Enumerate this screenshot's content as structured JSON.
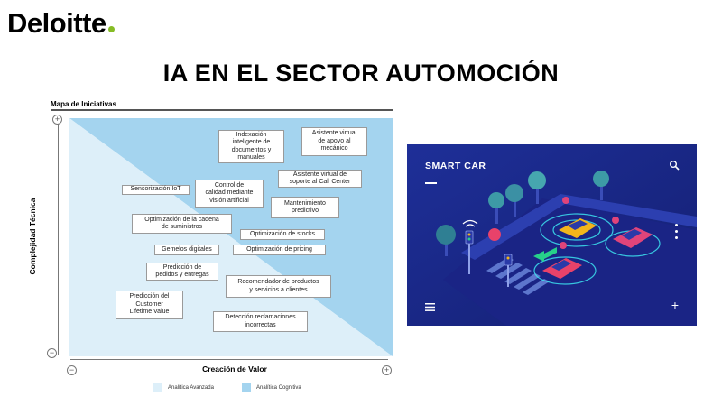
{
  "logo": {
    "text": "Deloitte",
    "dot_color": "#86BC25"
  },
  "title": "IA EN EL SECTOR AUTOMOCIÓN",
  "map": {
    "title": "Mapa de Iniciativas",
    "y_label": "Complejidad Técnica",
    "x_label": "Creación de Valor",
    "plus_symbol": "+",
    "minus_symbol": "−",
    "colors": {
      "light": "#DDEFF9",
      "dark": "#A4D4EF"
    },
    "initiatives": [
      {
        "id": "indexacion",
        "label": "Indexación\ninteligente de\ndocumentos y\nmanuales"
      },
      {
        "id": "asistente-mecanico",
        "label": "Asistente virtual\nde apoyo al\nmecánico"
      },
      {
        "id": "asistente-call-center",
        "label": "Asistente virtual de\nsoporte al Call Center"
      },
      {
        "id": "sensorizacion",
        "label": "Sensorización IoT"
      },
      {
        "id": "control-calidad",
        "label": "Control de\ncalidad mediante\nvisión artificial"
      },
      {
        "id": "mantenimiento",
        "label": "Mantenimiento\npredictivo"
      },
      {
        "id": "cadena-suministros",
        "label": "Optimización de la cadena\nde suministros"
      },
      {
        "id": "stocks",
        "label": "Optimización de stocks"
      },
      {
        "id": "gemelos",
        "label": "Gemelos digitales"
      },
      {
        "id": "pricing",
        "label": "Optimización de pricing"
      },
      {
        "id": "prediccion-pedidos",
        "label": "Predicción de\npedidos y entregas"
      },
      {
        "id": "recomendador",
        "label": "Recomendador de productos\ny servicios a clientes"
      },
      {
        "id": "clv",
        "label": "Predicción del\nCustomer\nLifetime Value"
      },
      {
        "id": "reclamaciones",
        "label": "Detección reclamaciones\nincorrectas"
      }
    ],
    "legend": [
      {
        "label": "Analítica Avanzada",
        "color": "#DDEFF9"
      },
      {
        "label": "Analítica Cognitiva",
        "color": "#A4D4EF"
      }
    ]
  },
  "smart_car": {
    "title": "SMART CAR",
    "plus": "+",
    "bg_color": "#1A2A8C",
    "icons": [
      "search-icon",
      "menu-icon",
      "more-vertical-icon",
      "plus-icon"
    ]
  }
}
